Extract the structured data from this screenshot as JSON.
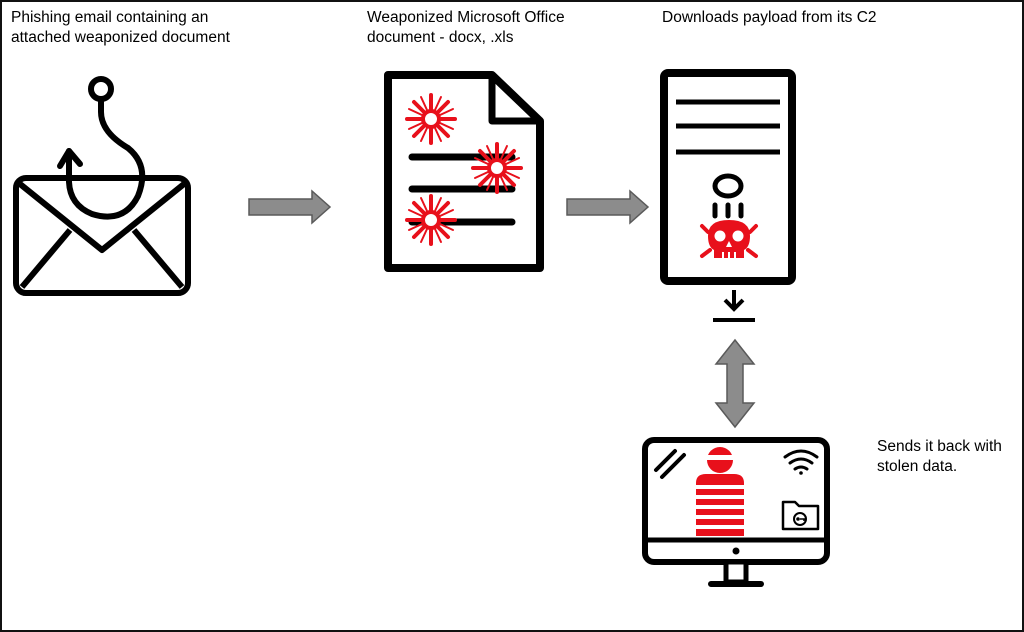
{
  "steps": {
    "email": {
      "caption": "Phishing email containing an attached weaponized document"
    },
    "document": {
      "caption": "Weaponized Microsoft Office document - docx, .xls"
    },
    "server": {
      "caption": "Downloads payload from its C2"
    },
    "computer": {
      "caption": "Sends it back with stolen data."
    }
  },
  "icons": {
    "email": "phishing-hook-envelope-icon",
    "document": "infected-document-icon",
    "server": "c2-server-skull-icon",
    "download": "download-icon",
    "computer": "hacker-monitor-icon",
    "wifi": "wifi-icon",
    "folder": "locked-folder-icon"
  },
  "colors": {
    "outline": "#000000",
    "malware": "#e8101b",
    "arrow_fill": "#8c8c8c",
    "arrow_stroke": "#5a5a5a"
  }
}
